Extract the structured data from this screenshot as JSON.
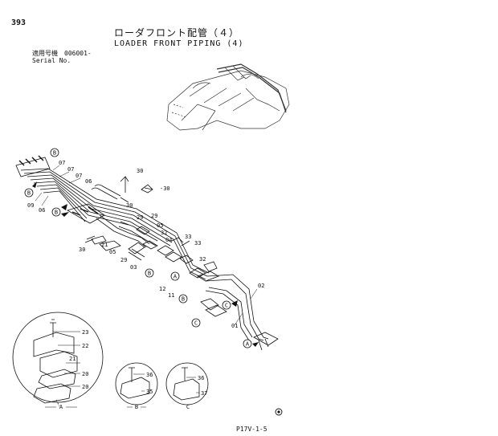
{
  "header": {
    "page_number": "393",
    "title_jp": "ローダフロント配管（４）",
    "title_en": "LOADER FRONT PIPING (4)",
    "serial_jp": "適用号機　006001-",
    "serial_en": "Serial No."
  },
  "footer": {
    "page_code": "P17V-1-5"
  },
  "callouts": {
    "c01": "01",
    "c02": "02",
    "c03": "03",
    "c04": "04",
    "c05a": "05",
    "c05b": "05",
    "c06a": "06",
    "c06b": "06",
    "c07a": "07",
    "c07b": "07",
    "c09": "09",
    "c11": "11",
    "c12": "12",
    "c20a": "20",
    "c20b": "20",
    "c21a": "21",
    "c21b": "21",
    "c22": "22",
    "c23": "23",
    "c29a": "29",
    "c29b": "29",
    "c29c": "29",
    "c30a": "30",
    "c30b": "30",
    "c30c": "30",
    "c30d": "-30",
    "c32a": "32",
    "c32b": "32",
    "c33a": "33",
    "c33b": "33",
    "c35": "35",
    "c36a": "36",
    "c36b": "36",
    "c37": "37"
  },
  "view_markers": {
    "a": "A",
    "b": "B",
    "c": "C",
    "view_a": "A",
    "view_b": "B",
    "view_c": "C"
  }
}
